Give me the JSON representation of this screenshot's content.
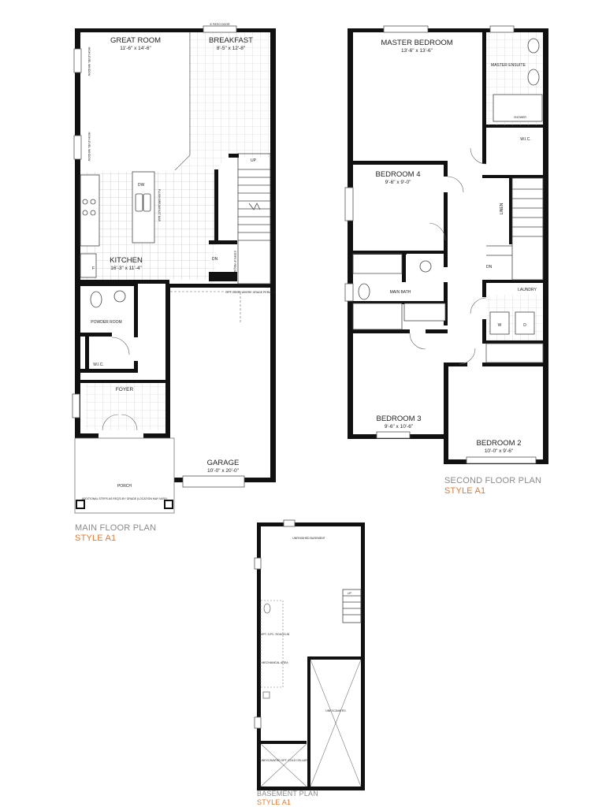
{
  "main_floor": {
    "caption_title": "MAIN FLOOR PLAN",
    "caption_style": "STYLE A1",
    "rooms": {
      "great_room": {
        "name": "GREAT ROOM",
        "dims": "11'-6\" x 14'-6\""
      },
      "breakfast": {
        "name": "BREAKFAST",
        "dims": "8'-5\" x 12'-8\""
      },
      "kitchen": {
        "name": "KITCHEN",
        "dims": "16'-3\" x 11'-4\""
      },
      "powder_room": {
        "name": "POWDER ROOM"
      },
      "wic": {
        "name": "W.I.C."
      },
      "foyer": {
        "name": "FOYER"
      },
      "garage": {
        "name": "GARAGE",
        "dims": "10'-0\" x 20'-0\""
      },
      "porch": {
        "name": "PORCH"
      }
    },
    "notes": {
      "patio_door": "6' PATIO DOOR",
      "high_level_window": "HIGH LEVEL WINDOW",
      "flush_breakfast_bar": "FLUSH BREAKFAST BAR",
      "dw": "DW",
      "fridge": "F",
      "up": "UP",
      "dn": "DN",
      "steps_if_req": "STEPS IF REQ'D",
      "opt_door": "OPT. DOOR WHERE GRADE PERMITS",
      "porch_steps": "ADDITIONAL STEPS AS REQ'D BY GRADE (LOCATION MAY VARY)"
    }
  },
  "second_floor": {
    "caption_title": "SECOND FLOOR PLAN",
    "caption_style": "STYLE A1",
    "rooms": {
      "master_bedroom": {
        "name": "MASTER BEDROOM",
        "dims": "13'-6\" x 13'-6\""
      },
      "master_ensuite": {
        "name": "MASTER ENSUITE"
      },
      "wic": {
        "name": "W.I.C."
      },
      "bedroom4": {
        "name": "BEDROOM 4",
        "dims": "9'-6\" x 9'-0\""
      },
      "linen": {
        "name": "LINEN"
      },
      "main_bath": {
        "name": "MAIN BATH"
      },
      "laundry": {
        "name": "LAUNDRY"
      },
      "bedroom3": {
        "name": "BEDROOM 3",
        "dims": "9'-6\" x 10'-6\""
      },
      "bedroom2": {
        "name": "BEDROOM 2",
        "dims": "10'-0\" x 9'-6\""
      }
    },
    "notes": {
      "shower": "SHOWER",
      "dn": "DN",
      "washer": "W",
      "dryer": "D"
    }
  },
  "basement": {
    "caption_title": "BASEMENT PLAN",
    "caption_style": "STYLE A1",
    "labels": {
      "unfinished_basement": "UNFINISHED BASEMENT",
      "mechanical_area": "MECHANICAL AREA",
      "unexcavated": "UNEXCAVATED",
      "unexcavated_cold": "UNEXCAVATED OPT. COLD CELLAR",
      "rough_in": "OPT. 3-PC. ROUGH-IN",
      "up": "UP"
    }
  },
  "colors": {
    "wall": "#111111",
    "line": "#555555",
    "tile": "#c9c9c9",
    "caption_gray": "#8a8a8a",
    "caption_orange": "#e2782f"
  }
}
